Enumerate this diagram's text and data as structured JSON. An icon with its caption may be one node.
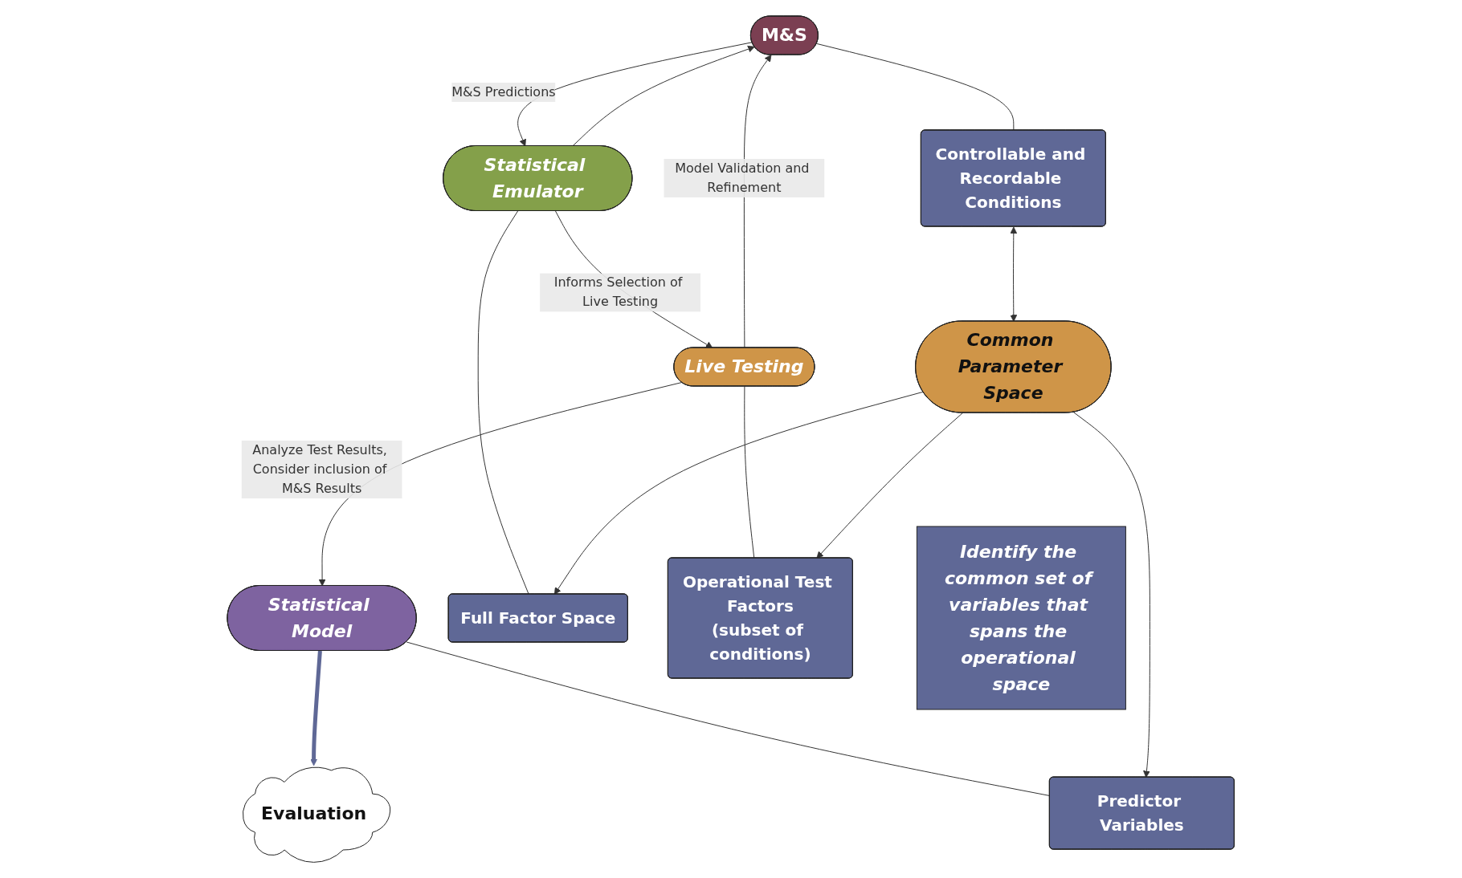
{
  "diagram": {
    "nodes": [
      {
        "text": [
          "M&S"
        ]
      },
      {
        "text": [
          "Statistical Emulator"
        ]
      },
      {
        "text": [
          "Live Testing"
        ]
      },
      {
        "text": [
          "Statistical Model"
        ]
      },
      {
        "text": [
          "Evaluation"
        ]
      },
      {
        "text": [
          "Controllable and Recordable Conditions"
        ]
      },
      {
        "text": [
          "Full Factor Space"
        ]
      },
      {
        "text": [
          "Operational Test Factors",
          "(subset of conditions)"
        ]
      },
      {
        "text": [
          "Predictor Variables"
        ]
      },
      {
        "text": [
          "Common Parameter Space"
        ]
      },
      {
        "text": [
          "Identify the common set of variables that spans the operational space"
        ]
      }
    ],
    "edges": [
      {
        "from": 0,
        "to": 1,
        "arrow": "to",
        "label": "M&S Predictions"
      },
      {
        "from": 1,
        "to": 2,
        "arrow": "to",
        "label": "Informs Selection of Live Testing"
      },
      {
        "from": 2,
        "to": 3,
        "arrow": "to",
        "label": "Analyze Test Results, Consider inclusion of M&S Results"
      },
      {
        "from": 1,
        "to": 0,
        "arrow": "to"
      },
      {
        "from": 2,
        "to": 0,
        "arrow": "to",
        "label": "Model Validation and Refinement"
      },
      {
        "from": 3,
        "to": 4,
        "arrow": "to",
        "style": "thick",
        "color": "#5f6896"
      },
      {
        "from": 0,
        "to": 5,
        "arrow": "none"
      },
      {
        "from": 1,
        "to": 6,
        "arrow": "none"
      },
      {
        "from": 2,
        "to": 7,
        "arrow": "none"
      },
      {
        "from": 3,
        "to": 8,
        "arrow": "none"
      },
      {
        "from": 5,
        "to": 9,
        "arrow": "both"
      },
      {
        "from": 9,
        "to": 6,
        "arrow": "to"
      },
      {
        "from": 9,
        "to": 7,
        "arrow": "to"
      },
      {
        "from": 9,
        "to": 8,
        "arrow": "to"
      }
    ]
  }
}
